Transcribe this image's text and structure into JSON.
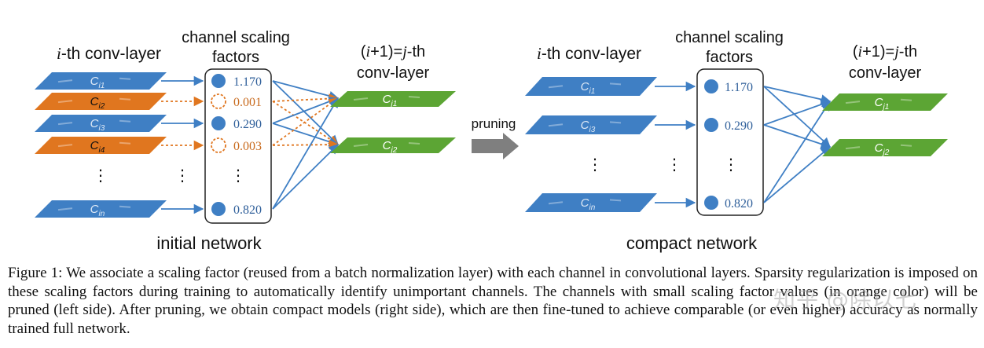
{
  "figure": {
    "left": {
      "layer_i_label_prefix": "i",
      "layer_i_label_suffix": "-th conv-layer",
      "scaling_title_line1": "channel scaling",
      "scaling_title_line2": "factors",
      "layer_j_label_line1": "(i+1)=j-th",
      "layer_j_label_line2": "conv-layer",
      "network_label": "initial network",
      "channels": [
        {
          "sub": "i1",
          "factor": "1.170",
          "pruned": false
        },
        {
          "sub": "i2",
          "factor": "0.001",
          "pruned": true
        },
        {
          "sub": "i3",
          "factor": "0.290",
          "pruned": false
        },
        {
          "sub": "i4",
          "factor": "0.003",
          "pruned": true
        },
        {
          "sub": "in",
          "factor": "0.820",
          "pruned": false
        }
      ],
      "next_channels": [
        "j1",
        "j2"
      ]
    },
    "arrow_label": "pruning",
    "right": {
      "layer_i_label_prefix": "i",
      "layer_i_label_suffix": "-th conv-layer",
      "scaling_title_line1": "channel scaling",
      "scaling_title_line2": "factors",
      "layer_j_label_line1": "(i+1)=j-th",
      "layer_j_label_line2": "conv-layer",
      "network_label": "compact network",
      "channels": [
        {
          "sub": "i1",
          "factor": "1.170"
        },
        {
          "sub": "i3",
          "factor": "0.290"
        },
        {
          "sub": "in",
          "factor": "0.820"
        }
      ],
      "next_channels": [
        "j1",
        "j2"
      ]
    },
    "ellipsis": "⋮",
    "colors": {
      "blue": "#3f7fc4",
      "orange": "#e0761f",
      "green": "#5ca534",
      "factor_blue": "#2f5f9a",
      "factor_orange": "#c86a1d",
      "arrow_gray": "#7f7f7f"
    }
  },
  "caption": "Figure 1: We associate a scaling factor (reused from a batch normalization layer) with each channel in convolutional layers. Sparsity regularization is imposed on these scaling factors during training to automatically identify unimportant channels. The channels with small scaling factor values (in orange color) will be pruned (left side). After pruning, we obtain compact models (right side), which are then fine-tuned to achieve comparable (or even higher) accuracy as normally trained full network.",
  "watermark": "知乎 @除以七"
}
